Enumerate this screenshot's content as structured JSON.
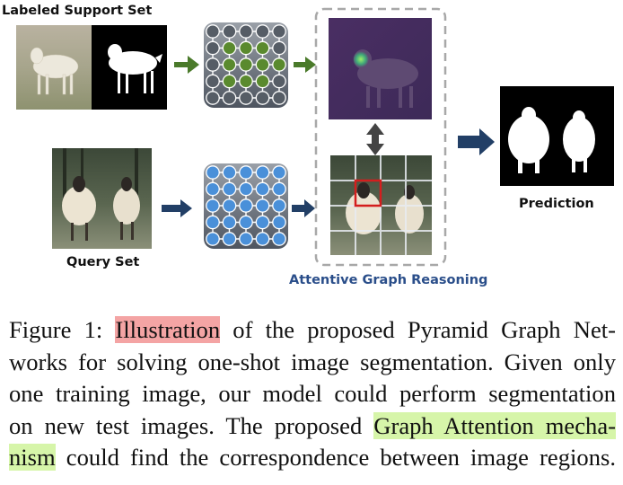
{
  "figure": {
    "labels": {
      "support_set": "Labeled Support Set",
      "query_set": "Query Set",
      "attention": "Attentive Graph Reasoning",
      "prediction": "Prediction"
    },
    "colors": {
      "green_node": "#5a8a2e",
      "blue_node": "#4a90d9",
      "arrow_green": "#4a7a2a",
      "arrow_navy": "#223f66",
      "attention_label": "#2a4e8a",
      "highlight_red": "#f4a4a4",
      "highlight_green": "#d6f5a9"
    }
  },
  "caption": {
    "line1_a": "Figure 1: ",
    "line1_hl": "Illustration",
    "line1_b": " of the proposed Pyramid Graph Net-",
    "line2": "works for solving one-shot image segmentation. Given only",
    "line3": "one training image, our model could perform segmentation",
    "line4_a": "on new test images. The proposed ",
    "line4_hl": "Graph Attention mecha-",
    "line5_hl": "nism",
    "line5_b": " could find the correspondence between image regions."
  }
}
